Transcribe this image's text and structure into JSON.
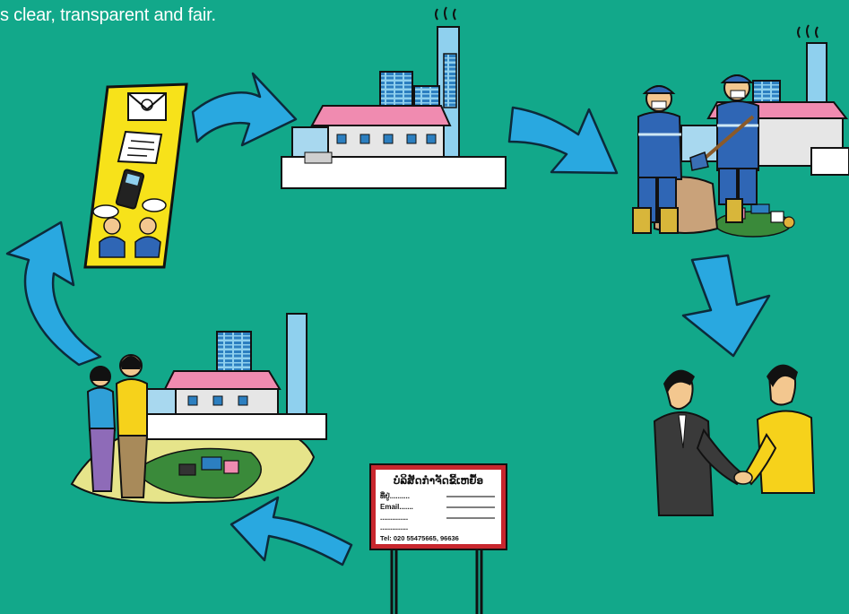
{
  "caption": "s clear, transparent and fair.",
  "colors": {
    "background": "#12a88a",
    "arrow": "#29a8e0",
    "phone_card": "#f7e21a",
    "shirt": "#f6d21b",
    "uniform": "#2f66b5",
    "roof": "#f08bb0",
    "sign_border": "#c8272e"
  },
  "sign": {
    "title": "ບໍລິສັດກຳຈັດຂີ້ເຫຍື້ອ",
    "lines": [
      "ທີ່ຢູ່..........",
      "Email.......",
      "..............",
      ".............."
    ],
    "tel": "Tel: 020 55475665, 96636"
  },
  "steps": [
    {
      "id": "report",
      "icons": [
        "envelope-icon",
        "document-icon",
        "phone-icon",
        "talking-people-icon"
      ]
    },
    {
      "id": "factory"
    },
    {
      "id": "waste-collection"
    },
    {
      "id": "agreement"
    },
    {
      "id": "public-notice"
    },
    {
      "id": "inspection"
    }
  ]
}
